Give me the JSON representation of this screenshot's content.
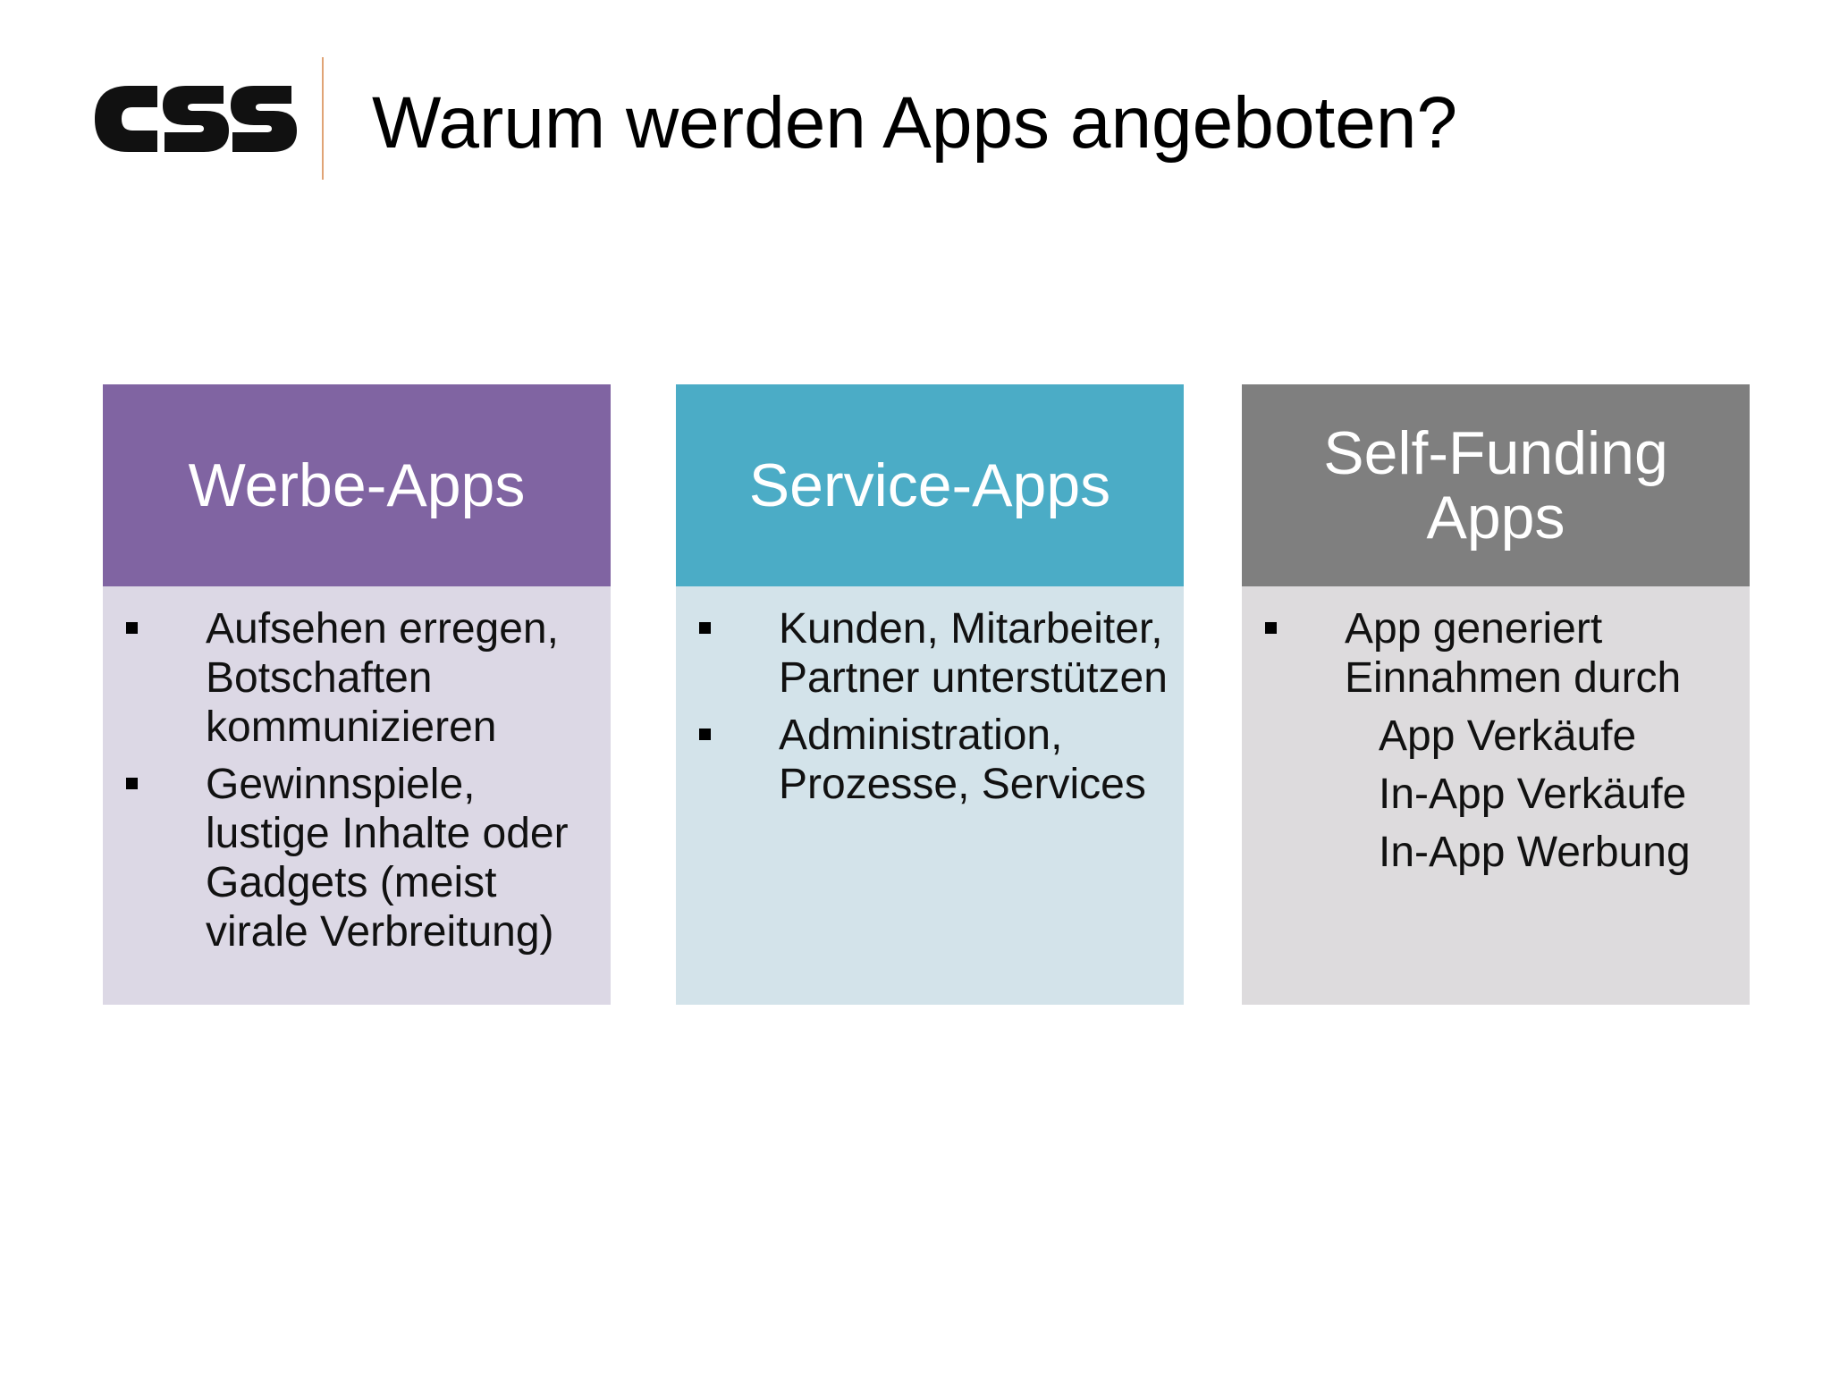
{
  "slide": {
    "logo_text": "CSS",
    "title": "Warum werden Apps angeboten?"
  },
  "colors": {
    "title_divider": "#e0a476",
    "card1_header": "#8064a2",
    "card1_body": "#dcd8e5",
    "card2_header": "#4bacc6",
    "card2_body": "#d3e3ea",
    "card3_header": "#7f7f7f",
    "card3_body": "#dddbdd"
  },
  "cards": [
    {
      "header": "Werbe-Apps",
      "bullets": [
        "Aufsehen erregen, Botschaften kommunizieren",
        "Gewinnspiele, lustige Inhalte oder Gadgets (meist virale Verbreitung)"
      ]
    },
    {
      "header": "Service-Apps",
      "bullets": [
        "Kunden, Mitarbeiter, Partner unterstützen",
        "Administration, Prozesse, Services"
      ]
    },
    {
      "header": "Self-Funding Apps",
      "bullets": [
        "App generiert Einnahmen durch"
      ],
      "sub_items": [
        "App Verkäufe",
        "In-App Verkäufe",
        "In-App Werbung"
      ]
    }
  ]
}
